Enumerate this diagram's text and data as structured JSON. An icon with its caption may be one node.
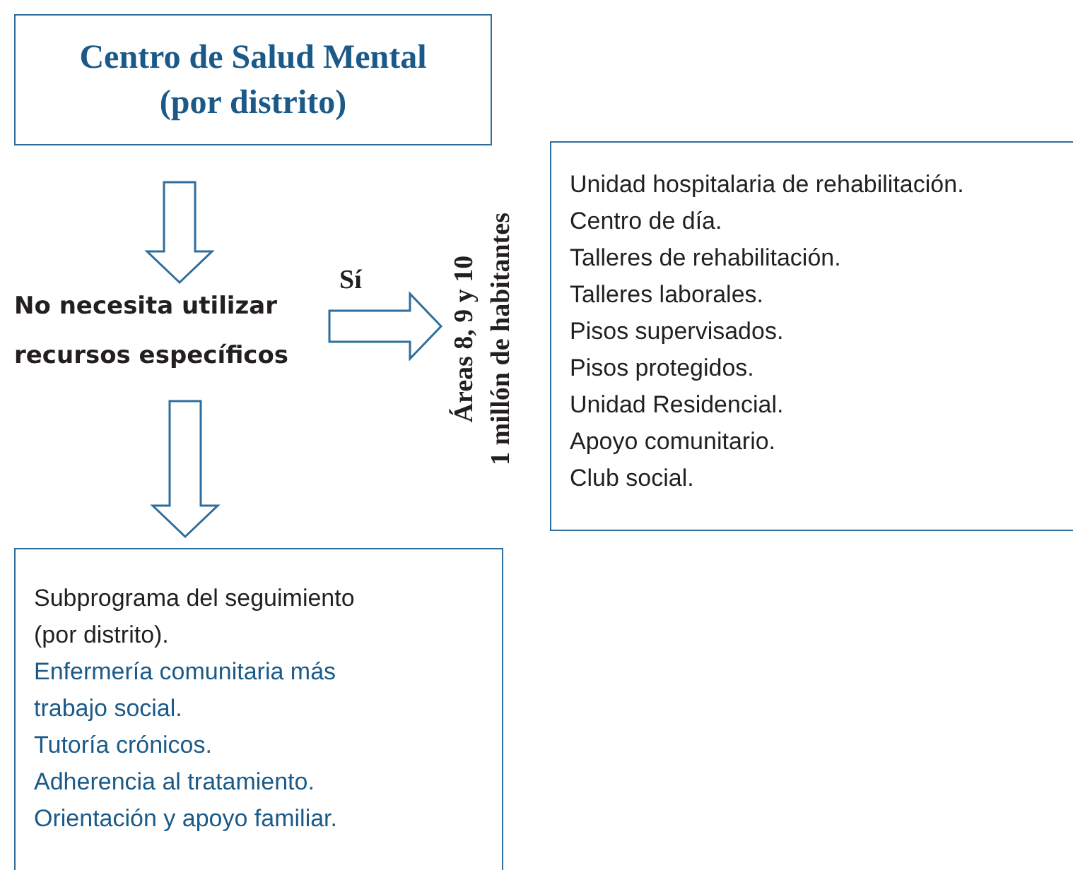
{
  "diagram": {
    "nodes": [
      {
        "text": [
          "Centro de Salud Mental (por distrito)"
        ]
      },
      {
        "text": [
          "No necesita utilizar recursos específicos"
        ]
      },
      {
        "text": [
          "Áreas 8, 9 y 10",
          "1 millón de habitantes"
        ]
      },
      {
        "text": [
          "Unidad hospitalaria de rehabilitación.",
          "Centro de día.",
          "Talleres de rehabilitación.",
          "Talleres laborales.",
          "Pisos supervisados.",
          "Pisos protegidos.",
          "Unidad Residencial.",
          "Apoyo comunitario.",
          "Club social."
        ]
      },
      {
        "text": [
          "Subprograma del seguimiento (por distrito).",
          "Enfermería comunitaria más trabajo social.",
          "Tutoría crónicos.",
          "Adherencia al tratamiento.",
          "Orientación y apoyo familiar."
        ]
      }
    ],
    "edges": [
      {
        "from": 0,
        "to": 1,
        "arrow": "to"
      },
      {
        "from": 1,
        "to": 2,
        "arrow": "to",
        "label": "Sí"
      },
      {
        "from": 1,
        "to": 4,
        "arrow": "to"
      }
    ]
  }
}
